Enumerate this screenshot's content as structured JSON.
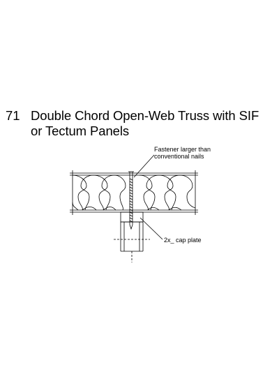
{
  "figure": {
    "number": "71",
    "title_line1": "Double Chord Open-Web Truss with SIF",
    "title_line2": "or Tectum Panels"
  },
  "callouts": {
    "fastener_line1": "Fastener larger than",
    "fastener_line2": "conventional nails",
    "cap_plate": "2x_ cap plate"
  },
  "colors": {
    "line": "#000000",
    "background": "#ffffff"
  }
}
